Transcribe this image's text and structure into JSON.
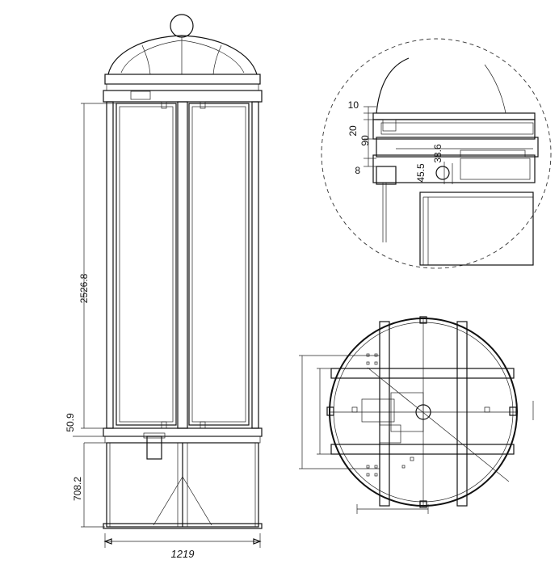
{
  "front_view": {
    "height_main": "2526.8",
    "height_joint": "50.9",
    "height_base": "708.2",
    "width": "1219"
  },
  "detail_view": {
    "d10": "10",
    "d20": "20",
    "d90": "90",
    "d8": "8",
    "d45_5": "45.5",
    "d38_6": "38.6"
  }
}
